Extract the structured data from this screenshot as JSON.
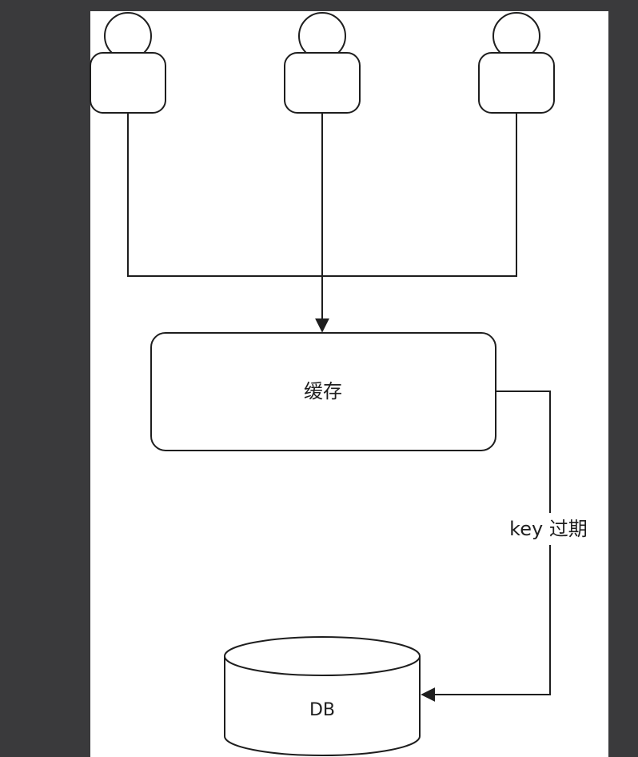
{
  "diagram": {
    "nodes": {
      "user_1": {
        "kind": "actor"
      },
      "user_2": {
        "kind": "actor"
      },
      "user_3": {
        "kind": "actor"
      },
      "cache": {
        "kind": "process",
        "label": "缓存"
      },
      "db": {
        "kind": "database",
        "label": "DB"
      }
    },
    "edges": [
      {
        "from": "user_1",
        "to": "cache",
        "label": ""
      },
      {
        "from": "user_2",
        "to": "cache",
        "label": ""
      },
      {
        "from": "user_3",
        "to": "cache",
        "label": ""
      },
      {
        "from": "cache",
        "to": "db",
        "label": "key 过期"
      }
    ]
  },
  "colors": {
    "background": "#3a3a3c",
    "canvas": "#ffffff",
    "stroke": "#1e1e1e",
    "text": "#1e1e1e"
  }
}
